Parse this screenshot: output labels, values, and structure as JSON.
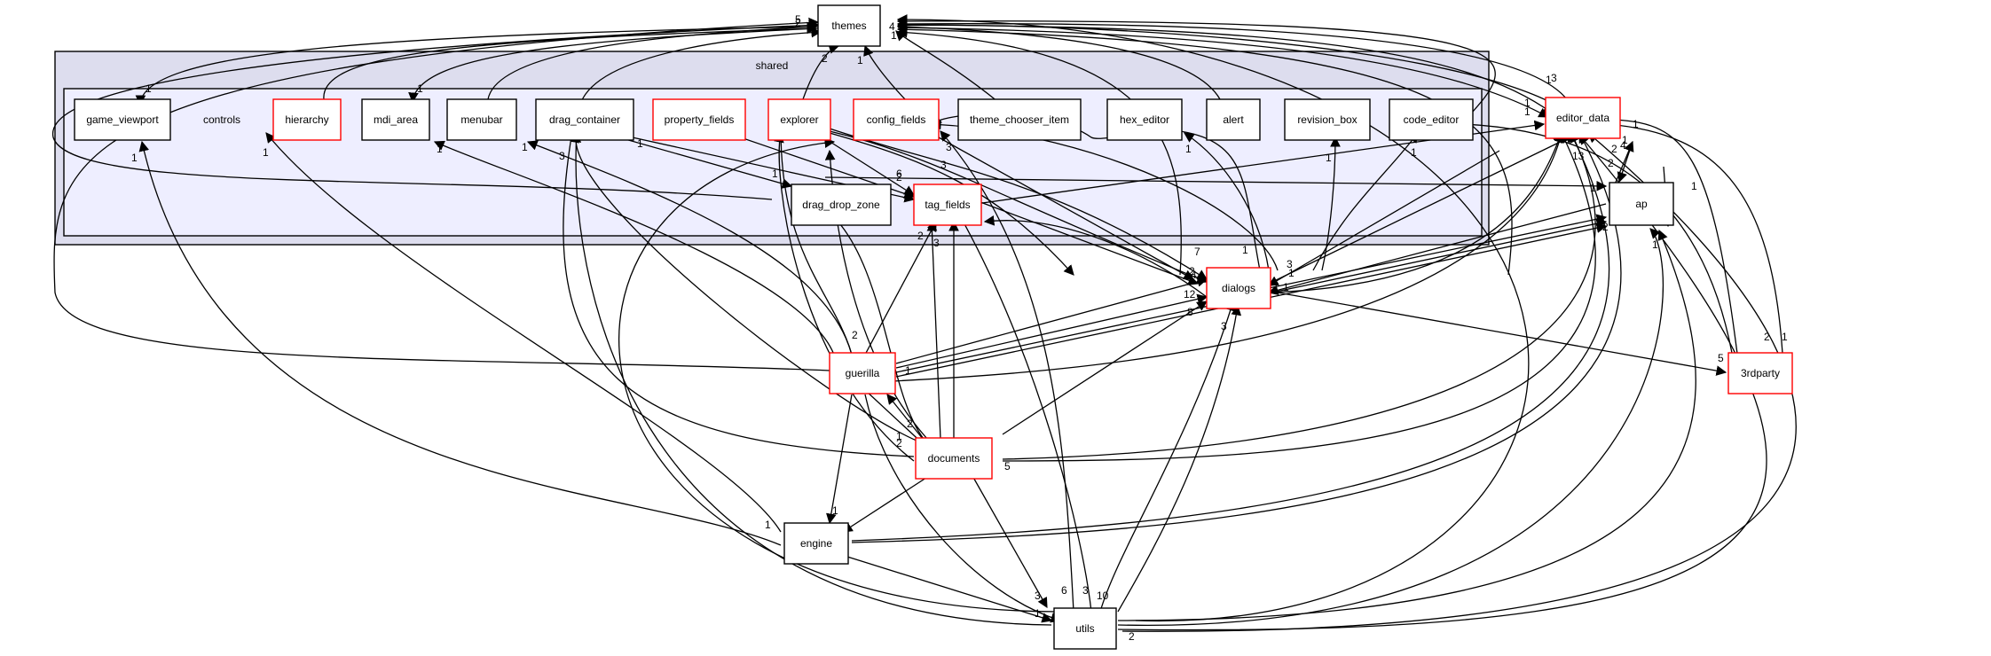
{
  "colors": {
    "outer_cluster_fill": "#ddddee",
    "inner_cluster_fill": "#eeeeff",
    "black_border": "#000000",
    "red_border": "#ff0000",
    "node_fill": "#ffffff"
  },
  "cluster": {
    "label": "shared"
  },
  "nodes": {
    "themes": "themes",
    "game_viewport": "game_viewport",
    "controls": "controls",
    "hierarchy": "hierarchy",
    "mdi_area": "mdi_area",
    "menubar": "menubar",
    "drag_container": "drag_container",
    "property_fields": "property_fields",
    "explorer": "explorer",
    "config_fields": "config_fields",
    "theme_chooser_item": "theme_chooser_item",
    "hex_editor": "hex_editor",
    "alert": "alert",
    "revision_box": "revision_box",
    "code_editor": "code_editor",
    "drag_drop_zone": "drag_drop_zone",
    "tag_fields": "tag_fields",
    "editor_data": "editor_data",
    "ap": "ap",
    "dialogs": "dialogs",
    "guerilla": "guerilla",
    "documents": "documents",
    "engine": "engine",
    "utils": "utils",
    "3rdparty": "3rdparty"
  },
  "edge_labels": [
    "5",
    "2",
    "4",
    "1",
    "1",
    "2",
    "1",
    "3",
    "1",
    "1",
    "1",
    "3",
    "1",
    "3",
    "1",
    "1",
    "1",
    "1",
    "6",
    "2",
    "2",
    "3",
    "7",
    "2",
    "4",
    "1",
    "12",
    "8",
    "2",
    "1",
    "2",
    "5",
    "2",
    "1",
    "3",
    "1",
    "6",
    "3",
    "10",
    "2",
    "3",
    "1",
    "1",
    "1",
    "1",
    "2",
    "1",
    "4",
    "1",
    "13",
    "1",
    "2",
    "2",
    "2",
    "1",
    "1",
    "1",
    "1",
    "3",
    "1",
    "1",
    "1",
    "1",
    "5",
    "3"
  ]
}
